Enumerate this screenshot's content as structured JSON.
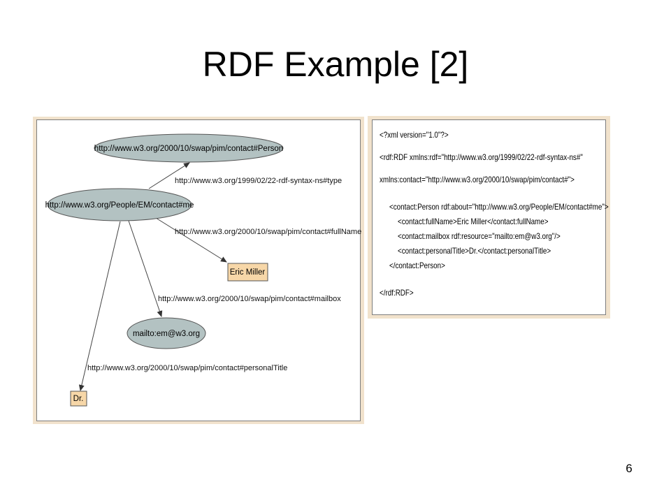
{
  "slide": {
    "title": "RDF Example [2]",
    "page_number": "6"
  },
  "graph": {
    "nodes": {
      "person": "http://www.w3.org/2000/10/swap/pim/contact#Person",
      "me": "http://www.w3.org/People/EM/contact#me",
      "fullname_value": "Eric Miller",
      "mailbox_value": "mailto:em@w3.org",
      "title_value": "Dr."
    },
    "edges": {
      "type": "http://www.w3.org/1999/02/22-rdf-syntax-ns#type",
      "fullName": "http://www.w3.org/2000/10/swap/pim/contact#fullName",
      "mailbox": "http://www.w3.org/2000/10/swap/pim/contact#mailbox",
      "personalTitle": "http://www.w3.org/2000/10/swap/pim/contact#personalTitle"
    },
    "colors": {
      "resource_fill": "#b3c2c2",
      "literal_fill": "#f7d7a8",
      "panel_border": "#f1e2cc"
    }
  },
  "xml": {
    "lines": [
      "<?xml version=\"1.0\"?>",
      "<rdf:RDF xmlns:rdf=\"http://www.w3.org/1999/02/22-rdf-syntax-ns#\"",
      "xmlns:contact=\"http://www.w3.org/2000/10/swap/pim/contact#\">",
      "<contact:Person rdf:about=\"http://www.w3.org/People/EM/contact#me\">",
      "<contact:fullName>Eric Miller</contact:fullName>",
      "<contact:mailbox rdf:resource=\"mailto:em@w3.org\"/>",
      "<contact:personalTitle>Dr.</contact:personalTitle>",
      "</contact:Person>",
      "</rdf:RDF>"
    ]
  }
}
